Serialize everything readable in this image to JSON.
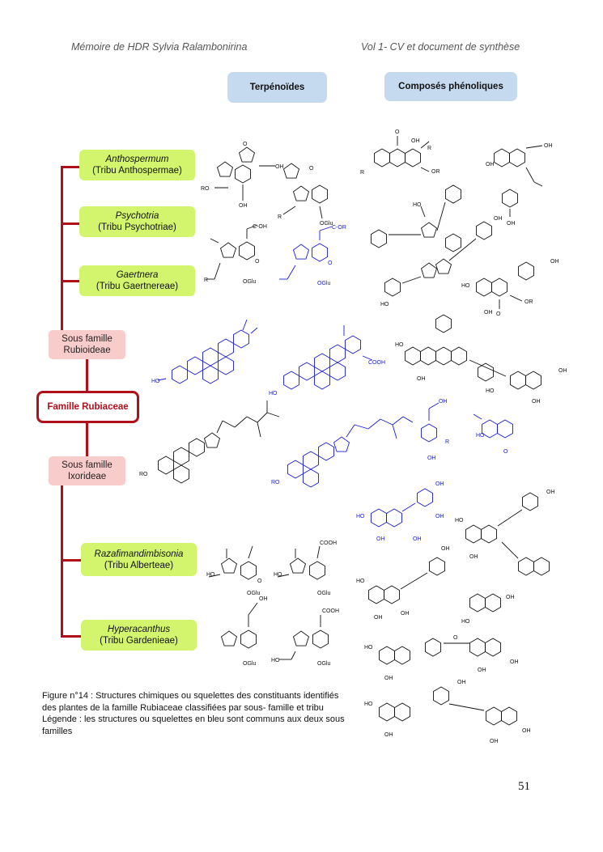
{
  "header": {
    "left": "Mémoire de HDR Sylvia Ralambonirina",
    "right": "Vol 1- CV et document de synthèse"
  },
  "categories": {
    "terpenoids": "Terpénoïdes",
    "phenolics": "Composés phénoliques"
  },
  "tree": {
    "family": "Famille Rubiaceae",
    "subfamilies": [
      {
        "line1": "Sous famille",
        "line2": "Rubioideae"
      },
      {
        "line1": "Sous famille",
        "line2": "Ixorideae"
      }
    ],
    "tribes": [
      {
        "genus": "Anthospermum",
        "tribe": "(Tribu Anthospermae)"
      },
      {
        "genus": "Psychotria",
        "tribe": "(Tribu Psychotriae)"
      },
      {
        "genus": "Gaertnera",
        "tribe": "(Tribu Gaertnereae)"
      },
      {
        "genus": "Razafimandimbisonia",
        "tribe": "(Tribu  Alberteae)"
      },
      {
        "genus": "Hyperacanthus",
        "tribe": "(Tribu Gardenieae)"
      }
    ]
  },
  "structure_labels": {
    "ro": "RO",
    "oh": "OH",
    "oglu": "OGlu",
    "cooh": "COOH",
    "cooh2": "C-OH",
    "or": "OR",
    "r": "R",
    "ho": "HO",
    "o": "O",
    "cor": "C-OR"
  },
  "colors": {
    "black": "#111111",
    "blue": "#1a1ad8",
    "red": "#b0101c"
  },
  "caption": {
    "line1": "Figure n°14 : Structures chimiques ou squelettes des constituants identifiés des plantes de la famille Rubiaceae classifiées par sous- famille et tribu",
    "line2": "Légende : les structures ou squelettes en bleu sont communs aux deux sous familles"
  },
  "page_number": "51"
}
